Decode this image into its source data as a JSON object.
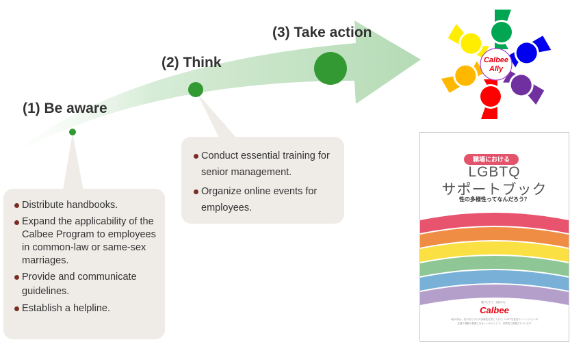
{
  "stages": [
    {
      "label": "(1) Be aware"
    },
    {
      "label": "(2) Think"
    },
    {
      "label": "(3) Take action"
    }
  ],
  "callouts": {
    "be_aware": {
      "items": [
        "Distribute handbooks.",
        "Expand the applicability of the Calbee Program to employees in common-law or same-sex marriages.",
        "Provide and communicate guidelines.",
        "Establish a helpline."
      ]
    },
    "think": {
      "items": [
        "Conduct essential training for senior management.",
        "Organize online events for employees."
      ]
    }
  },
  "logo": {
    "line1": "Calbee",
    "line2": "Ally",
    "colors": [
      "#00a651",
      "#0000ee",
      "#7030a0",
      "#ff0000",
      "#ffb800",
      "#ffee00"
    ]
  },
  "booklet": {
    "tag": "職場における",
    "title_line1": "LGBTQ",
    "title_line2": "サポートブック",
    "subtitle": "性の多様性ってなんだろう？",
    "slogan": "掘りだそう、自然の力。",
    "brand": "Calbee",
    "footer_line1": "6色の虹は、性のありかたの多様性を表しており、LGBTQ(性的マイノリティ)への",
    "footer_line2": "支援や運動の象徴となるシンボルとして、世界的に認識されています",
    "rainbow_colors": [
      "#e8546d",
      "#f08d45",
      "#fbe044",
      "#8ec795",
      "#78b0d8",
      "#b49fcb"
    ]
  },
  "colors": {
    "accent_green": "#339933",
    "arrow_light": "#b5dbb5",
    "callout_bg": "#efece8",
    "bullet": "#7a2e22"
  }
}
